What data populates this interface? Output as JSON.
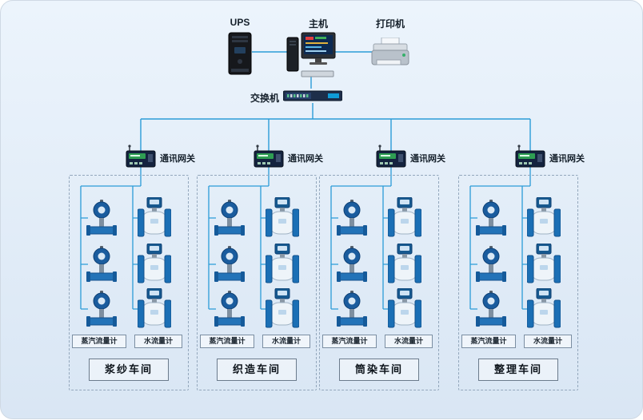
{
  "colors": {
    "line": "#2b9cd8",
    "bg1": "#ecf4fc",
    "bg2": "#d9e6f4"
  },
  "top": {
    "ups_label": "UPS",
    "host_label": "主机",
    "printer_label": "打印机",
    "switch_label": "交换机"
  },
  "gateway_label": "通讯网关",
  "meter_labels": {
    "steam": "蒸汽流量计",
    "water": "水流量计"
  },
  "workshops": [
    {
      "name": "浆纱车间"
    },
    {
      "name": "织造车间"
    },
    {
      "name": "筒染车间"
    },
    {
      "name": "整理车间"
    }
  ],
  "icons": {
    "ups": "ups-tower",
    "host": "desktop-computer",
    "printer": "printer",
    "switch": "network-switch",
    "gateway": "comm-gateway",
    "steam_meter": "steam-flowmeter",
    "water_meter": "water-flowmeter"
  }
}
